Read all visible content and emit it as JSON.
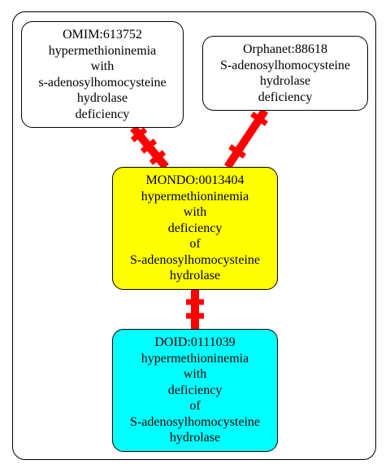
{
  "diagram": {
    "nodes": [
      {
        "id": "omim",
        "label": "OMIM:613752\nhypermethioninemia\nwith\ns-adenosylhomocysteine\nhydrolase\ndeficiency",
        "fill": "#ffffff"
      },
      {
        "id": "orphanet",
        "label": "Orphanet:88618\nS-adenosylhomocysteine\nhydrolase\ndeficiency",
        "fill": "#ffffff"
      },
      {
        "id": "mondo",
        "label": "MONDO:0013404\nhypermethioninemia\nwith\ndeficiency\nof\nS-adenosylhomocysteine\nhydrolase",
        "fill": "#ffff00"
      },
      {
        "id": "doid",
        "label": "DOID:0111039\nhypermethioninemia\nwith\ndeficiency\nof\nS-adenosylhomocysteine\nhydrolase",
        "fill": "#00ffff"
      }
    ],
    "edges": [
      {
        "from": "omim",
        "to": "mondo",
        "color": "#ff0000"
      },
      {
        "from": "orphanet",
        "to": "mondo",
        "color": "#ff0000"
      },
      {
        "from": "mondo",
        "to": "doid",
        "color": "#ff0000"
      }
    ],
    "colors": {
      "edge": "#ff0000",
      "border": "#000000",
      "background": "#ffffff"
    }
  }
}
